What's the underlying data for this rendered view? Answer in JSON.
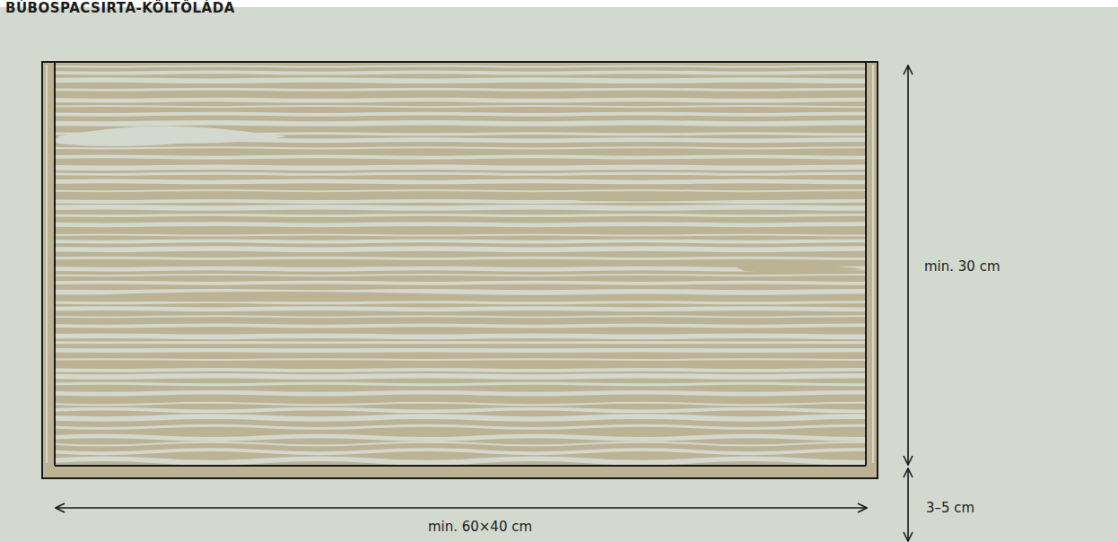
{
  "diagram": {
    "title": "BÚBOSPACSIRTA-KÖLTŐLÁDA",
    "labels": [
      "min. 30 cm",
      "3–5 cm",
      "min. 60×40 cm"
    ]
  }
}
